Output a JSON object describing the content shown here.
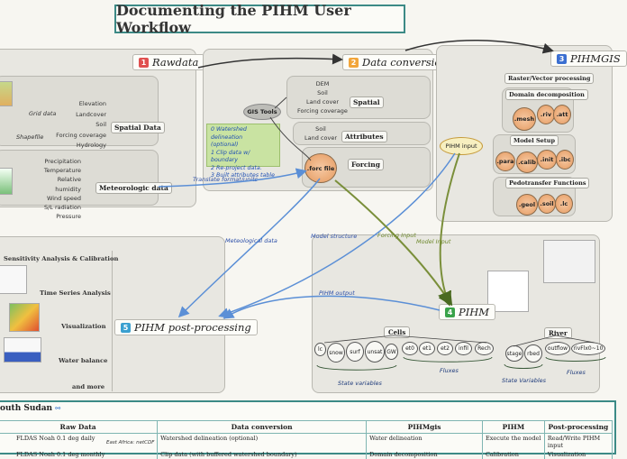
{
  "title": "Documenting the PIHM User Workflow",
  "colors": {
    "teal": "#3c8a86",
    "blue_arrow": "#5b8fd6",
    "green_arrow": "#7a8f3a",
    "dark_arrow": "#333333"
  },
  "rawdata": {
    "num": "1",
    "label": "Rawdata",
    "grid_data": "Grid data",
    "shapefile": "Shapefile",
    "spatial_items": [
      "Elevation",
      "Landcover",
      "Soil",
      "Forcing coverage",
      "Hydrology"
    ],
    "spatial_label": "Spatial Data",
    "met_items": [
      "Precipitation",
      "Temperature",
      "Relative humidity",
      "Wind speed",
      "S/L radiation",
      "Pressure"
    ],
    "met_label": "Meteorologic data"
  },
  "conversion": {
    "num": "2",
    "label": "Data conversion",
    "gis_tools": "GIS Tools",
    "spatial_items": [
      "DEM",
      "Soil",
      "Land cover",
      "Forcing coverage"
    ],
    "spatial_label": "Spatial",
    "attr_items": [
      "Soil",
      "Land cover"
    ],
    "attr_label": "Attributes",
    "forc_file": ".forc file",
    "forcing_label": "Forcing",
    "note": [
      "0 Watershed delineation",
      "(optional)",
      "1 Clip data w/ boundary",
      "2 Re-project data.",
      "3 Built attributes table"
    ],
    "translate": "Translate format/units"
  },
  "pihmgis": {
    "num": "3",
    "label": "PIHMGIS",
    "raster": "Raster/Vector processing",
    "domain": "Domain decomposition",
    "domain_files": [
      ".mesh",
      ".riv",
      ".att"
    ],
    "model_setup": "Model Setup",
    "setup_files": [
      ".para",
      ".calib",
      ".init",
      ".ibc"
    ],
    "pedo": "Pedotransfer Functions",
    "pedo_files": [
      ".geol",
      ".soil",
      ".lc"
    ],
    "pihm_input": "PIHM input"
  },
  "pihm": {
    "num": "4",
    "label": "PIHM",
    "cells": "Cells",
    "river": "River",
    "cell_states": [
      "lc",
      "snow",
      "surf",
      "unsat",
      "GW"
    ],
    "cell_fluxes": [
      "et0",
      "et1",
      "et2",
      "infil",
      "Rech"
    ],
    "river_states": [
      "stage",
      "rbed"
    ],
    "river_fluxes": [
      "outflow",
      "rivFlx0~10"
    ],
    "state_vars": "State variables",
    "fluxes": "Fluxes",
    "river_state_vars": "State Variables",
    "river_fluxes_label": "Fluxes"
  },
  "post": {
    "num": "5",
    "label": "PIHM post-processing",
    "items": [
      "Sensitivity Analysis & Calibration",
      "Time Series Analysis",
      "Visualization",
      "Water balance",
      "and more"
    ]
  },
  "arrows": {
    "meteo": "Meteological data",
    "model_structure": "Model structure",
    "forcing_input": "Forcing Input",
    "model_input": "Model Input",
    "pihm_output": "PIHM output"
  },
  "bottom": {
    "title": "outh Sudan",
    "headers": [
      "Raw Data",
      "Data conversion",
      "PIHMgis",
      "PIHM",
      "Post-processing"
    ],
    "raw_rows": [
      "FLDAS Noah 0.1 deg daily",
      "FLDAS Noah 0.1 deg monthly"
    ],
    "raw_note": "East Africa: netCDF",
    "conv_rows": [
      "Watershed delineation (optional)",
      "Clip data (with buffered watershed boundary)"
    ],
    "gis_rows": [
      "Water delineation",
      "Domain decomposition"
    ],
    "pihm_rows": [
      "Execute the  model",
      "Calibration"
    ],
    "post_rows": [
      "Read/Write PIHM input",
      "Visualization"
    ]
  }
}
